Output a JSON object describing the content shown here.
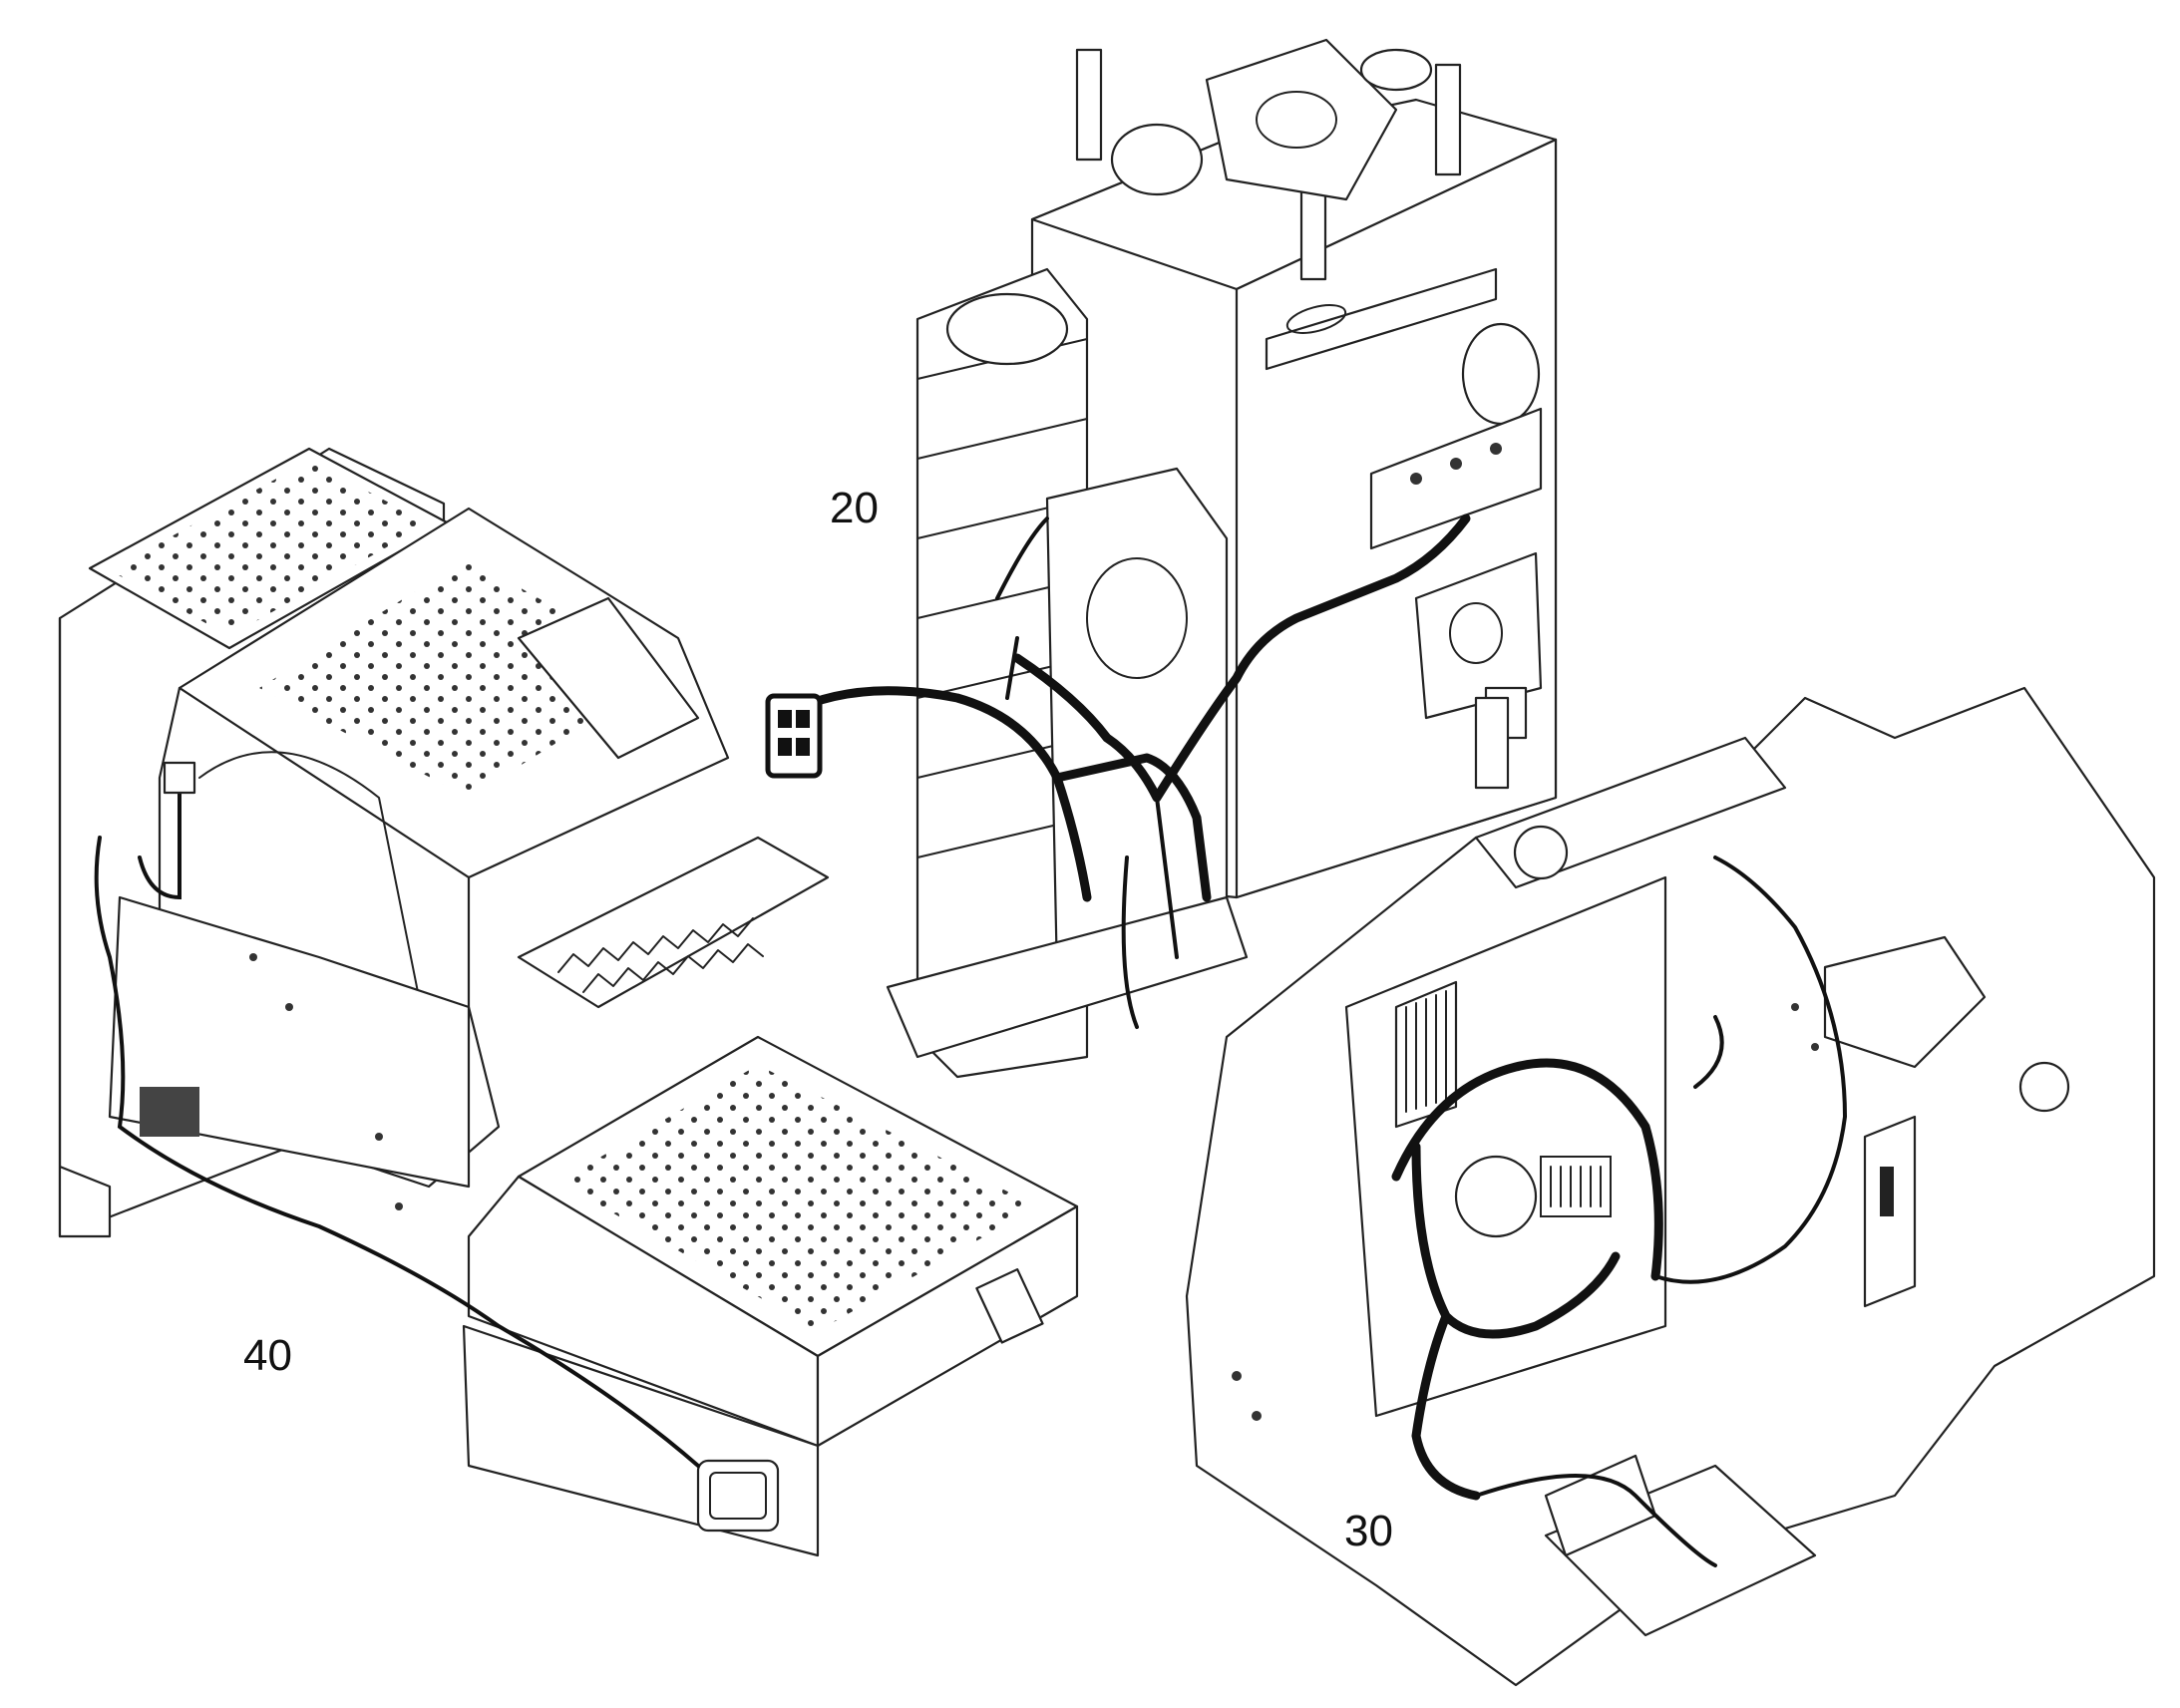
{
  "callouts": {
    "cab_assembly": "40",
    "valve_frame_assembly": "20",
    "chassis_assembly": "30"
  },
  "colors": {
    "line": "#222222",
    "background": "#ffffff"
  }
}
